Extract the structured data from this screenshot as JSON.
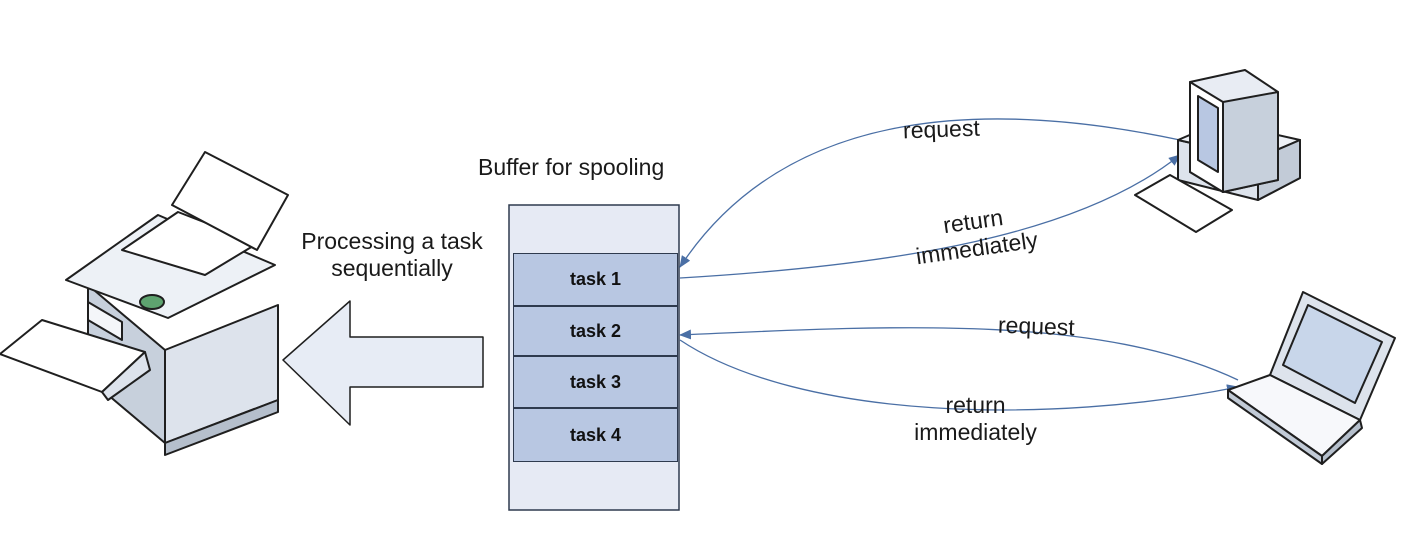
{
  "buffer": {
    "title": "Buffer for spooling",
    "tasks": [
      "task 1",
      "task 2",
      "task 3",
      "task 4"
    ]
  },
  "printer_flow_label": [
    "Processing a task",
    "sequentially"
  ],
  "desktop": {
    "request_label": "request",
    "return_label": [
      "return",
      "immediately"
    ]
  },
  "laptop": {
    "request_label": "request",
    "return_label": [
      "return",
      "immediately"
    ]
  },
  "colors": {
    "buffer_fill": "#e6eaf4",
    "task_fill": "#b8c7e2",
    "arrow_fill": "#e7ecf5",
    "connector": "#4a6fa5"
  }
}
